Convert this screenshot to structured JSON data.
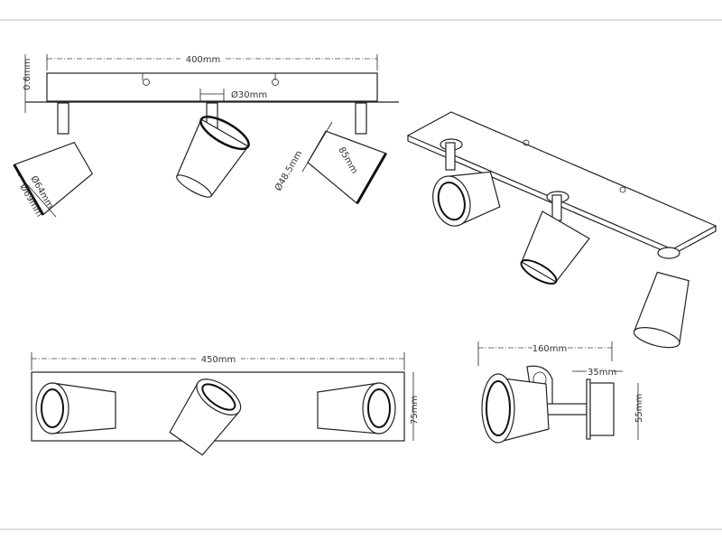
{
  "drawing": {
    "front_top": {
      "width": "400mm",
      "thickness": "0.6mm",
      "stem_diameter": "Ø30mm",
      "inner_diameter": "Ø64mm",
      "outer_diameter": "Ø69mm",
      "rear_diameter": "Ø48.5mm",
      "spot_length": "85mm"
    },
    "plan": {
      "length": "450mm",
      "height": "75mm"
    },
    "side": {
      "depth": "160mm",
      "base_depth": "35mm",
      "base_height": "55mm"
    }
  }
}
